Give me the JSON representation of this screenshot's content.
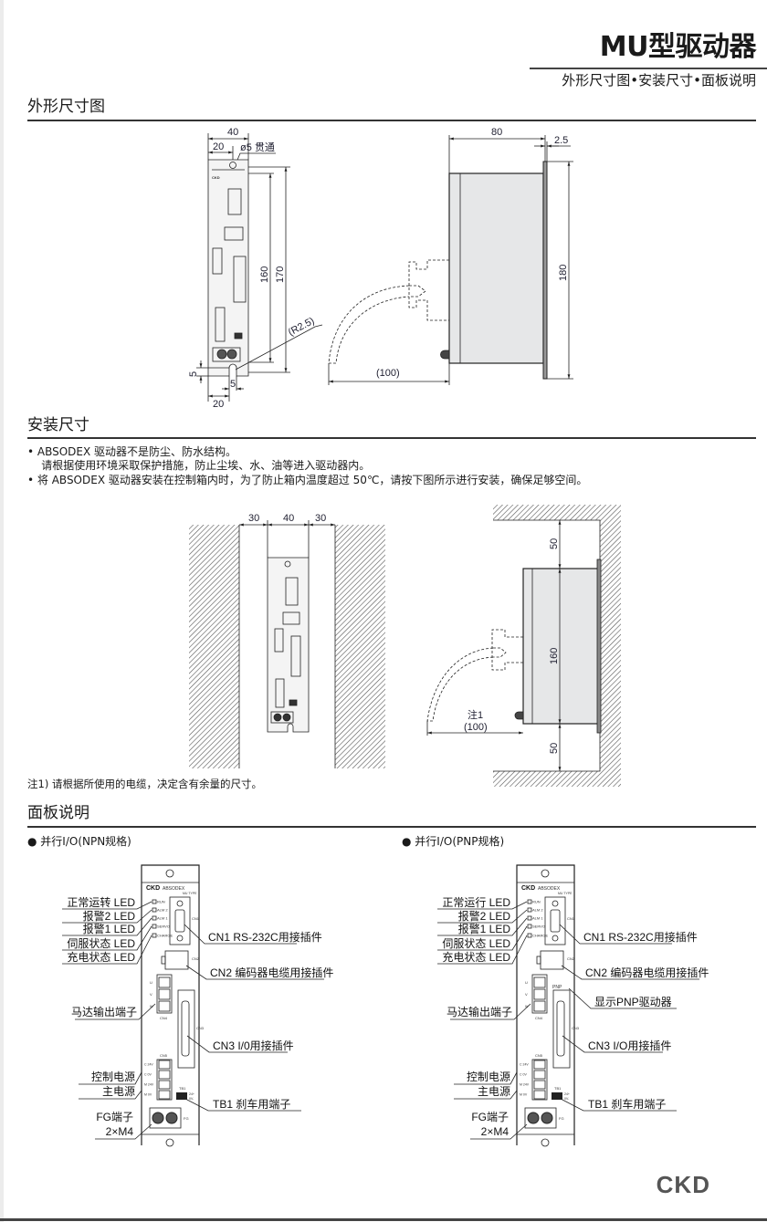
{
  "header": {
    "title": "MU型驱动器",
    "subtitle": "外形尺寸图•安装尺寸•面板说明"
  },
  "sections": {
    "outline": "外形尺寸图",
    "install": "安装尺寸",
    "panel": "面板说明"
  },
  "outline_dims": {
    "width_40": "40",
    "half_20": "20",
    "hole": "ø5 贯通",
    "h160": "160",
    "h170": "170",
    "radius": "(R2.5)",
    "v5": "5",
    "b5": "5",
    "b20": "20",
    "depth_80": "80",
    "flange_2_5": "2.5",
    "h180": "180",
    "cable_100": "(100)"
  },
  "install": {
    "bullets": [
      "•  ABSODEX 驱动器不是防尘、防水结构。",
      "    请根据使用环境采取保护措施，防止尘埃、水、油等进入驱动器内。",
      "•  将 ABSODEX 驱动器安装在控制箱内时，为了防止箱内温度超过 50℃，请按下图所示进行安装，确保足够空间。"
    ],
    "gap_left": "30",
    "width": "40",
    "gap_right": "30",
    "top_50": "50",
    "h160": "160",
    "bottom_50": "50",
    "note_mark": "注1",
    "cable_100": "(100)",
    "note": "注1) 请根据所使用的电缆，决定含有余量的尺寸。"
  },
  "panel_small": {
    "brand": "CKD",
    "model": "ABSODEX",
    "type": "MU TYPE",
    "leds": [
      "RUN",
      "ALM 2",
      "ALM 1",
      "SERVO",
      "CHARGE"
    ],
    "cn1": "CN1",
    "cn2": "CN2",
    "cn3": "CN3",
    "cn4": "CN4",
    "cn5": "CN5",
    "uvw": [
      "U",
      "V",
      "W"
    ],
    "cn5_pins": [
      "C 24V",
      "C 0V",
      "M 24V",
      "M 0V"
    ],
    "tb1": "TB1",
    "tb1_pins": [
      "24+",
      "0V-"
    ],
    "fg": "FG",
    "pnp_mark": "PNP"
  },
  "panels": [
    {
      "heading": "● 并行I/O(NPN规格)",
      "labels": {
        "run": "正常运转 LED",
        "alm2": "报警2 LED",
        "alm1": "报警1 LED",
        "servo": "伺服状态 LED",
        "charge": "充电状态 LED",
        "cn1": "CN1 RS-232C用接插件",
        "cn2": "CN2 编码器电缆用接插件",
        "motor": "马达输出端子",
        "cn3": "CN3 I/0用接插件",
        "ctrl_power": "控制电源",
        "main_power": "主电源",
        "tb1": "TB1 刹车用端子",
        "fg": "FG端子",
        "fg_size": "2×M4"
      }
    },
    {
      "heading": "● 并行I/O(PNP规格)",
      "labels": {
        "run": "正常运行 LED",
        "alm2": "报警2 LED",
        "alm1": "报警1 LED",
        "servo": "伺服状态 LED",
        "charge": "充电状态 LED",
        "cn1": "CN1 RS-232C用接插件",
        "cn2": "CN2 编码器电缆用接插件",
        "pnp": "显示PNP驱动器",
        "motor": "马达输出端子",
        "cn3": "CN3 I/O用接插件",
        "ctrl_power": "控制电源",
        "main_power": "主电源",
        "tb1": "TB1 刹车用端子",
        "fg": "FG端子",
        "fg_size": "2×M4"
      }
    }
  ],
  "footer": {
    "logo": "CKD"
  }
}
